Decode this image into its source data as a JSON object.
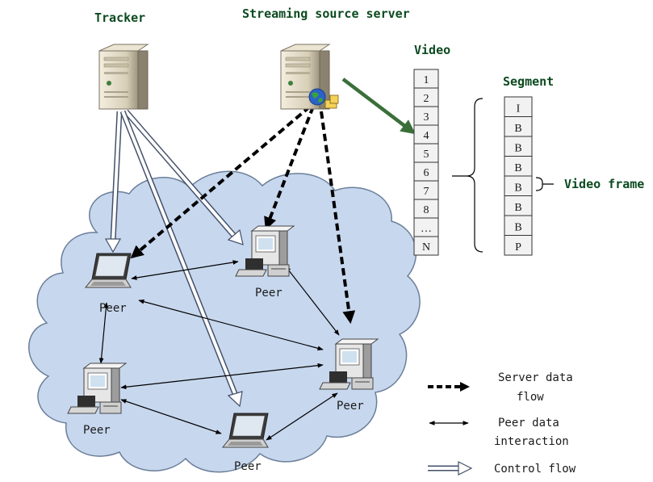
{
  "labels": {
    "tracker": "Tracker",
    "source_server": "Streaming source server",
    "video": "Video",
    "segment": "Segment",
    "video_frame": "Video frame",
    "peer": "Peer"
  },
  "video_cells": [
    "1",
    "2",
    "3",
    "4",
    "5",
    "6",
    "7",
    "8",
    "…",
    "N"
  ],
  "segment_cells": [
    "I",
    "B",
    "B",
    "B",
    "B",
    "B",
    "B",
    "P"
  ],
  "legend": {
    "server_flow": [
      "Server data",
      "flow"
    ],
    "peer_interaction": [
      "Peer data",
      "interaction"
    ],
    "control_flow": "Control flow"
  },
  "colors": {
    "cloud_fill": "#c7d7ee",
    "cloud_stroke": "#6b7f99",
    "green_arrow": "#3a6f3a",
    "green_text": "#0b4a1f"
  },
  "icons": [
    "server-icon",
    "laptop-icon",
    "desktop-icon",
    "globe-icon"
  ]
}
